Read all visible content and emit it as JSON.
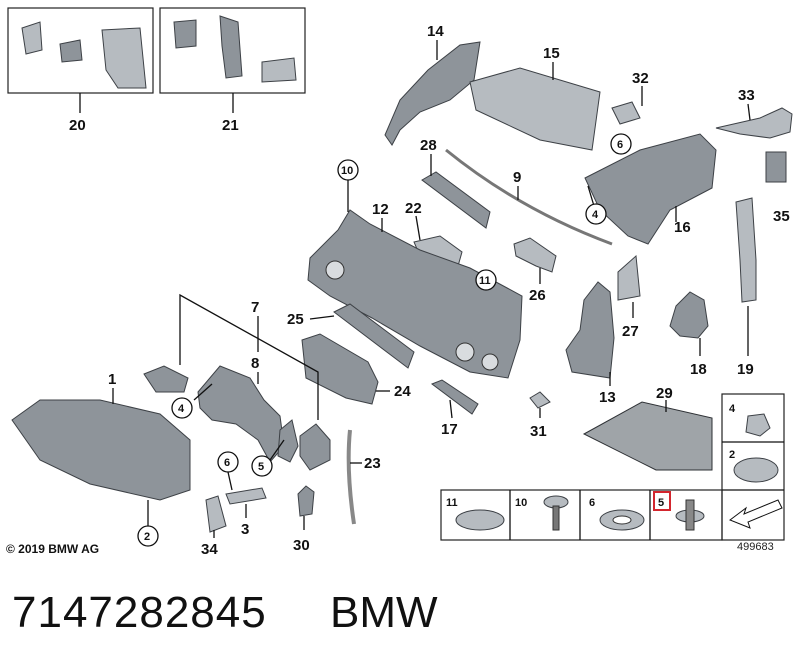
{
  "part_number": "7147282845",
  "brand": "BMW",
  "copyright": "© 2019 BMW AG",
  "diagram_ref": "499683",
  "callouts": {
    "c1": "1",
    "c2": "2",
    "c3": "3",
    "c4a": "4",
    "c4b": "4",
    "c5a": "5",
    "c6a": "6",
    "c6b": "6",
    "c7": "7",
    "c8": "8",
    "c9": "9",
    "c10": "10",
    "c11": "11",
    "c12": "12",
    "c13": "13",
    "c14": "14",
    "c15": "15",
    "c16": "16",
    "c17": "17",
    "c18": "18",
    "c19": "19",
    "c20": "20",
    "c21": "21",
    "c22": "22",
    "c23": "23",
    "c24": "24",
    "c25": "25",
    "c26": "26",
    "c27": "27",
    "c28": "28",
    "c29": "29",
    "c30": "30",
    "c31": "31",
    "c32": "32",
    "c33": "33",
    "c34": "34",
    "c35": "35"
  },
  "legend": {
    "side": [
      {
        "label": "4"
      },
      {
        "label": "2"
      }
    ],
    "bottom": [
      {
        "label": "11"
      },
      {
        "label": "10"
      },
      {
        "label": "6"
      },
      {
        "label": "5",
        "highlighted": true
      }
    ]
  },
  "highlight_color": "#d3262e"
}
